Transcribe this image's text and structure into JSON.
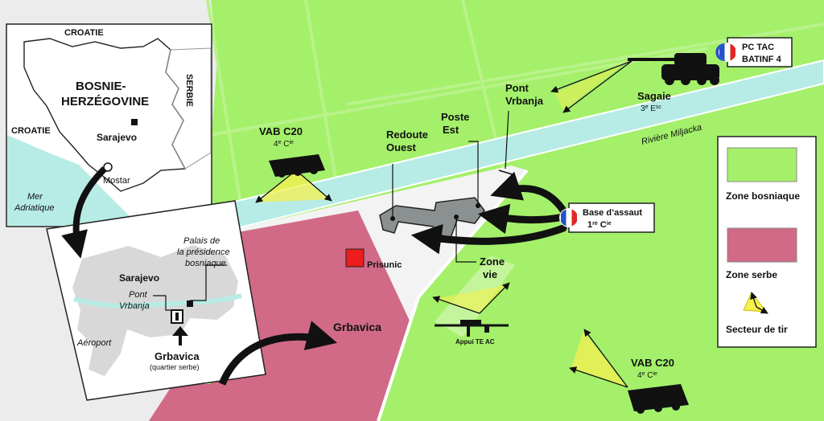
{
  "colors": {
    "bosnian_zone": "#a4f06a",
    "serb_zone": "#d06a87",
    "river": "#b7ece6",
    "road": "#f3f3f3",
    "french_blue": "#2451c9",
    "french_red": "#e32626",
    "prisunic": "#ee1c1c"
  },
  "inset": {
    "countries": {
      "croatia_top": "CROATIE",
      "croatia_left": "CROATIE",
      "serbia": "SERBIE"
    },
    "bosnia": [
      "BOSNIE-",
      "HERZÉGOVINE"
    ],
    "cities": {
      "sarajevo": "Sarajevo",
      "mostar": "Mostar"
    },
    "sea": [
      "Mer",
      "Adriatique"
    ]
  },
  "city_inset": {
    "palace": [
      "Palais de",
      "la présidence",
      "bosniaque"
    ],
    "sarajevo": "Sarajevo",
    "bridge": [
      "Pont",
      "Vrbanja"
    ],
    "airport": "Aéroport",
    "grbavica": "Grbavica",
    "grbavica_sub": "(quartier serbe)"
  },
  "map": {
    "river": "Rivière Miljacka",
    "bridge": [
      "Pont",
      "Vrbanja"
    ],
    "redoute": [
      "Redoute",
      "Ouest"
    ],
    "poste": [
      "Poste",
      "Est"
    ],
    "zone_vie": [
      "Zone",
      "vie"
    ],
    "prisunic": "Prisunic",
    "grbavica": "Grbavica",
    "appui": "Appui TE AC"
  },
  "units": {
    "pc_tac": [
      "PC TAC",
      "BATINF 4"
    ],
    "sagaie": {
      "name": "Sagaie",
      "unit": "3",
      "unit_sup": "e",
      "unit_rest": " E",
      "unit_sup2": "sc"
    },
    "base": {
      "line1": "Base d’assaut",
      "line2": "1",
      "line2_sup": "re",
      "line2_rest": " C",
      "line2_sup2": "ie"
    },
    "vab1": {
      "name": "VAB C20",
      "unit": "4",
      "unit_sup": "e",
      "unit_rest": " C",
      "unit_sup2": "ie"
    },
    "vab2": {
      "name": "VAB C20",
      "unit": "4",
      "unit_sup": "e",
      "unit_rest": " C",
      "unit_sup2": "ie"
    }
  },
  "legend": {
    "bosnian": "Zone bosniaque",
    "serb": "Zone serbe",
    "fire": "Secteur de tir"
  }
}
